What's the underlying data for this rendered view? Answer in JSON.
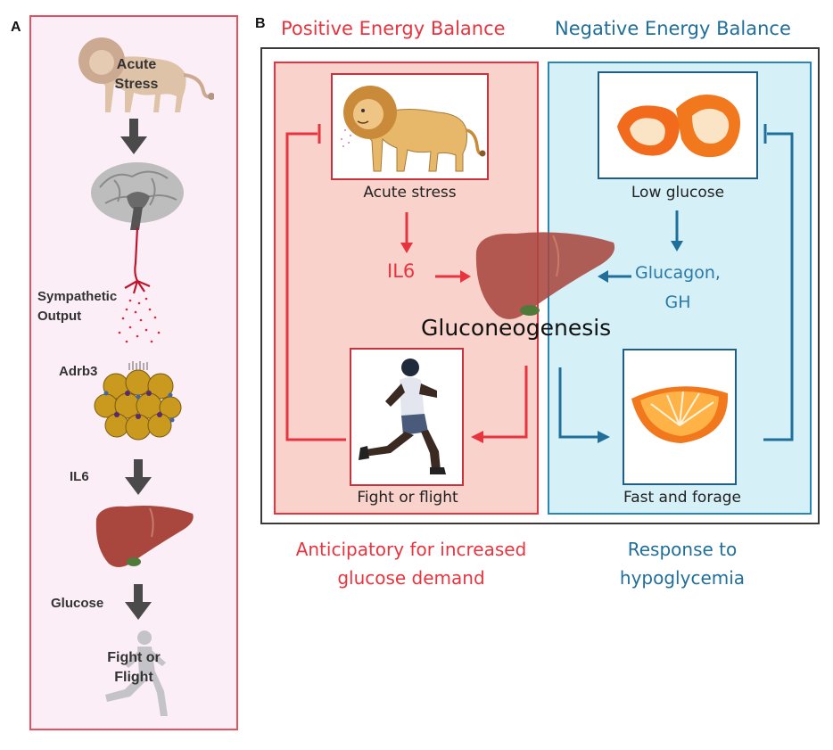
{
  "panel_a": {
    "letter": "A",
    "stress_label": "Acute\nStress",
    "sympathetic_label": "Sympathetic\nOutput",
    "adrb3_label": "Adrb3",
    "il6_label": "IL6",
    "glucose_label": "Glucose",
    "fight_label": "Fight or\nFlight"
  },
  "panel_b": {
    "letter": "B",
    "positive_heading": "Positive Energy Balance",
    "negative_heading": "Negative Energy Balance",
    "acute_stress": "Acute stress",
    "low_glucose": "Low glucose",
    "il6": "IL6",
    "glucagon": "Glucagon,",
    "gh": "GH",
    "gluconeogenesis": "Gluconeogenesis",
    "fight_or_flight": "Fight or flight",
    "fast_and_forage": "Fast and forage",
    "positive_footer_1": "Anticipatory for increased",
    "positive_footer_2": "glucose demand",
    "negative_footer_1": "Response to",
    "negative_footer_2": "hypoglycemia"
  },
  "colors": {
    "positive": "#e8343f",
    "negative": "#1f6f9a",
    "arrow_dark": "#4a4a4a",
    "liver": "#a9473f"
  },
  "icons": [
    "lion-icon",
    "brain-icon",
    "adipocyte-icon",
    "liver-icon",
    "runner-icon",
    "orange-peel-icon",
    "orange-slice-icon"
  ]
}
